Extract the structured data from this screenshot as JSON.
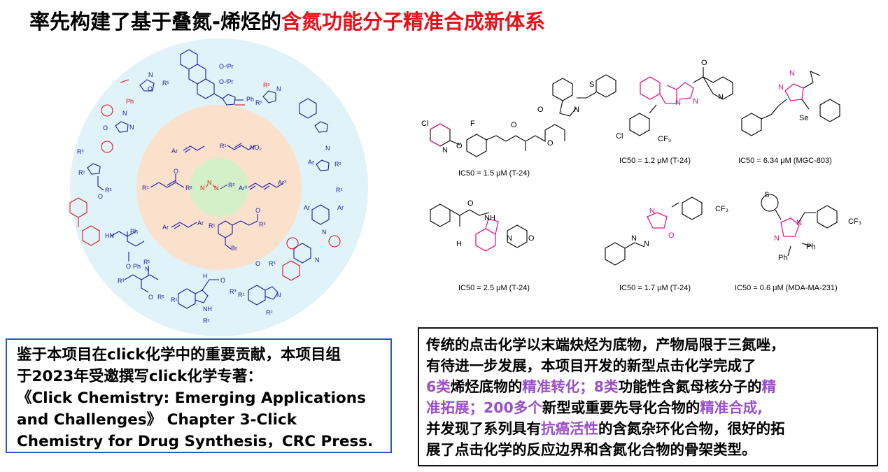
{
  "title": {
    "black": "率先构建了基于叠氮-烯烃的",
    "red": "含氮功能分子精准合成新体系"
  },
  "compounds": [
    {
      "ic50": "IC50 = 1.5 μM (T-24)"
    },
    {
      "ic50": "IC50 = 1.2 μM (T-24)"
    },
    {
      "ic50": "IC50 = 6.34 μM (MGC-803)"
    },
    {
      "ic50": "IC50 = 2.5 μM (T-24)"
    },
    {
      "ic50": "IC50 = 1.7 μM (T-24)"
    },
    {
      "ic50": "IC50 = 0.6 μM (MDA-MA-231)"
    }
  ],
  "left_box": {
    "line1": "鉴于本项目在click化学中的重要贡献，本项目组",
    "line2": "于2023年受邀撰写click化学专著：",
    "line3": "《Click Chemistry: Emerging Applications",
    "line4": "and Challenges》 Chapter 3-Click",
    "line5": "Chemistry for Drug Synthesis，CRC Press."
  },
  "right_box": {
    "line1": "传统的点击化学以末端炔烃为底物，产物局限于三氮唑，",
    "line2": "有待进一步发展，本项目开发的新型点击化学完成了",
    "l3_p1": "6类",
    "l3_t1": "烯烃底物的",
    "l3_p2": "精准转化；8类",
    "l3_t2": "功能性含氮母核分子的",
    "l3_p3": "精",
    "l4_p1": "准拓展；200多个",
    "l4_t1": "新型或重要先导化合物的",
    "l4_p2": "精准合成,",
    "l5_t1": "并发现了系列具有",
    "l5_p1": "抗癌活性",
    "l5_t2": "的含氮杂环化合物，很好的拓",
    "line6": "展了点击化学的反应边界和含氮化合物的骨架类型。"
  },
  "colors": {
    "red": "#e8101a",
    "purple": "#9a4fc8",
    "blue": "#1a1aa8",
    "magenta": "#e8188a",
    "box_blue": "#2a59b8"
  }
}
